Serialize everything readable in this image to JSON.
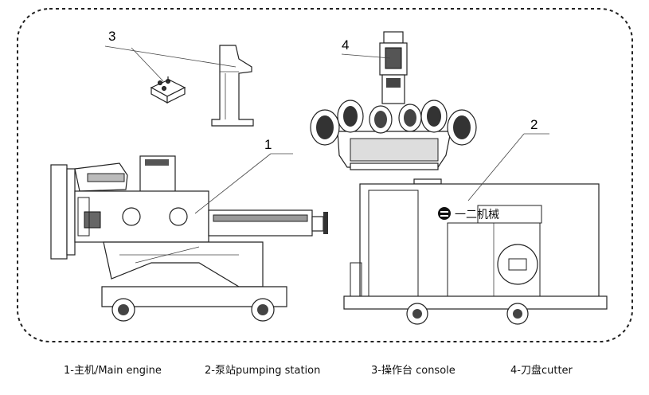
{
  "callouts": {
    "main_engine": "1",
    "pumping_station": "2",
    "console": "3",
    "cutter": "4"
  },
  "brand_text": "一二机械",
  "captions": {
    "c1": "1-主机/Main engine",
    "c2": "2-泵站pumping station",
    "c3": "3-操作台 console",
    "c4": "4-刀盘cutter"
  }
}
